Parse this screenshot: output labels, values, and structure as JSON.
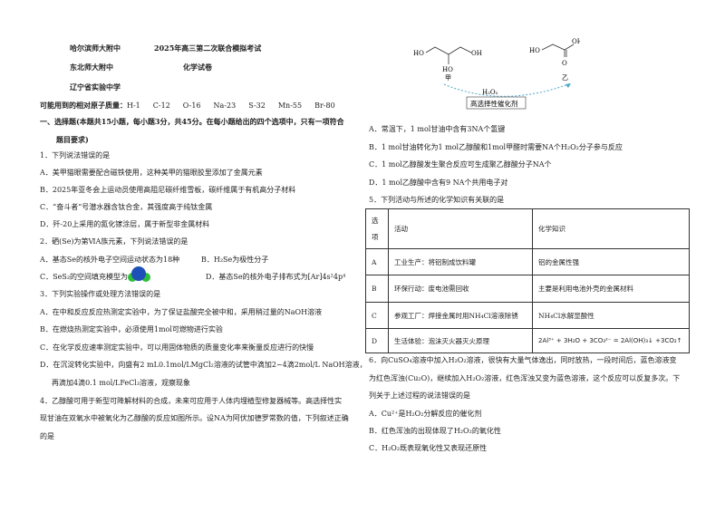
{
  "header": {
    "school1": "哈尔滨师大附中",
    "school2": "东北师大附中",
    "school3": "辽宁省实验中学",
    "exam_title": "2025年高三第二次联合模拟考试",
    "subject": "化学试卷"
  },
  "atomic_mass": {
    "label": "可能用到的相对原子质量：",
    "values": [
      "H-1",
      "C-12",
      "O-16",
      "Na-23",
      "S-32",
      "Mn-55",
      "Br-80"
    ]
  },
  "section": {
    "line1": "一、选择题(本题共15小题，每小题3分，共45分。在每小题给出的四个选项中，只有一项符合",
    "line2": "题目要求)"
  },
  "left_lines": [
    "1．下列说法错误的是",
    "A．美甲猫眼需要配合磁铁使用，这种美甲的猫眼胶里添加了金属元素",
    "B．2025年亚冬会上运动员使用高阻尼碳纤维雪板，碳纤维属于有机高分子材料",
    "C．“奋斗者”号潜水器含钛合金，其强度高于纯钛金属",
    "D．歼-20上采用的氮化镓涂层，属于新型非金属材料",
    "2．硒(Se)为第ⅥA族元素，下列说法错误的是"
  ],
  "q2_options": {
    "A": "A．基态Se的核外电子空间运动状态为18种",
    "B": "B．H₂Se为极性分子",
    "C": "C．SeS₂的空间填充模型为",
    "D": "D．基态Se的核外电子排布式为[Ar]4s²4p⁴"
  },
  "left_lines2": [
    "3．下列实验操作或处理方法错误的是",
    "A．在中和反应反应热测定实验中，为了保证盐酸完全被中和，采用稍过量的NaOH溶液",
    "B．在燃烧热测定实验中，必须使用1mol可燃物进行实验",
    "C．在化学反应速率测定实验中，可以用固体物质的质量变化率来衡量反应进行的快慢",
    "D．在沉淀转化实验中，向盛有2 mL0.1mol/LMgCl₂溶液的试管中滴加2~4滴2mol/L NaOH溶液，",
    "再滴加4滴0.1 mol/LFeCl₃溶液，观察现象",
    "4．乙醇酸可用于新型可降解材料的合成，未来可应用于人体内埋植型修复器械等。高选择性实",
    "现甘油在双氧水中被氧化为乙醇酸的反应如图所示。设NA为阿伏加德罗常数的值，下列叙述正确",
    "的是"
  ],
  "diagram": {
    "left_label": "甲",
    "right_label": "乙",
    "reagent": "H₂O₂",
    "catalyst": "高选择性催化剂",
    "atoms": {
      "ho": "HO",
      "oh": "OH",
      "o": "O"
    }
  },
  "right_lines": [
    "A．常温下，1 mol甘油中含有3NA个氢键",
    "B．1 mol甘油转化为1 mol乙醇酸和1mol甲醛时需要NA个H₂O₂分子参与反应",
    "C．1 mol乙醇酸发生聚合反应可生成聚乙醇酸分子NA个",
    "D．1 mol乙醇酸中含有9 NA个共用电子对",
    "5．下列活动与所述的化学知识有关联的是"
  ],
  "table": {
    "headers": [
      "选项",
      "活动",
      "化学知识"
    ],
    "rows": [
      [
        "A",
        "工业生产：将铝制成饮料罐",
        "铝的金属性强"
      ],
      [
        "B",
        "环保行动：废电池需回收",
        "主要是利用电池外壳的金属材料"
      ],
      [
        "C",
        "参观工厂：焊接金属时用NH₄Cl溶液除锈",
        "NH₄Cl水解显酸性"
      ],
      [
        "D",
        "生活体验：泡沫灭火器灭火原理",
        "2Al³⁺ + 3H₂O + 3CO₃²⁻ = 2Al(OH)₃↓ +3CO₂↑"
      ]
    ]
  },
  "right_lines2": [
    "6．向CuSO₄溶液中加入H₂O₂溶液，很快有大量气体逸出，同时放热，一段时间后，蓝色溶液变",
    "为红色浑浊(Cu₂O)，继续加入H₂O₂溶液，红色浑浊又变为蓝色溶液，这个反应可以反复多次。下",
    "列关于上述过程的说法错误的是",
    "A．Cu²⁺是H₂O₂分解反应的催化剂",
    "B．红色浑浊的出现体现了H₂O₂的氧化性",
    "C．H₂O₂既表现氧化性又表现还原性"
  ],
  "colors": {
    "arrow": "#4aa8c8",
    "model_blue": "#1f4fb8",
    "model_green": "#2fbf3a"
  }
}
